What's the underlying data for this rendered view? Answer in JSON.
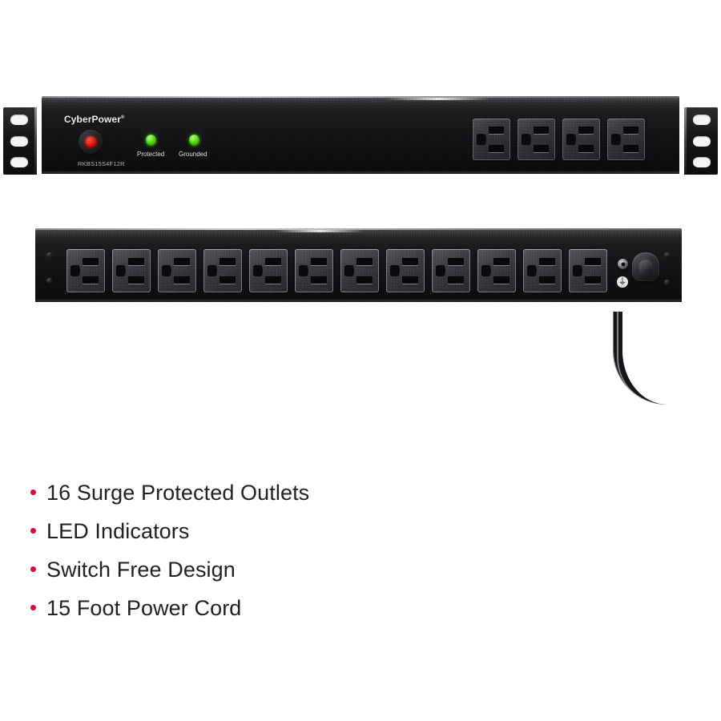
{
  "product": {
    "brand": "CyberPower",
    "brand_reg": "®",
    "model": "RKBS15S4F12R"
  },
  "front_panel": {
    "breaker_name": "circuit-breaker-reset-button",
    "leds": [
      {
        "label": "Protected",
        "color": "#55dd12"
      },
      {
        "label": "Grounded",
        "color": "#55dd12"
      }
    ],
    "outlet_count": 4,
    "outlet_type": "NEMA 5-15R",
    "rack_ear_holes": 3
  },
  "rear_panel": {
    "outlet_count": 12,
    "outlet_type": "NEMA 5-15R",
    "ground_symbol": "⏚",
    "has_power_cord": true
  },
  "features": [
    "16 Surge Protected Outlets",
    "LED Indicators",
    "Switch Free Design",
    "15 Foot Power Cord"
  ],
  "colors": {
    "background": "#ffffff",
    "bullet": "#c8102e",
    "text": "#231f20",
    "chassis": "#121214",
    "led_green": "#55dd12",
    "breaker_red": "#e01205"
  }
}
